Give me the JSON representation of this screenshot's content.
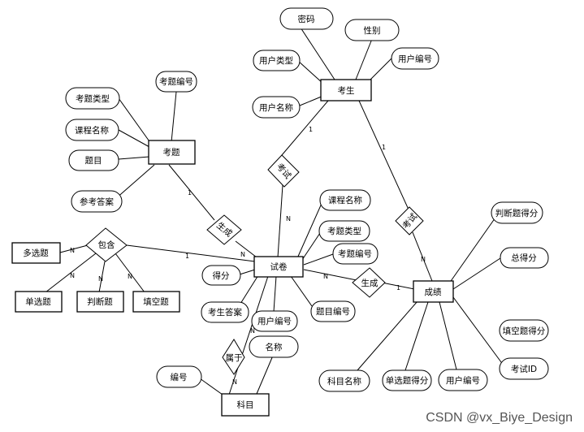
{
  "entities": {
    "kaosheng": "考生",
    "kaoti": "考题",
    "shijuan": "试卷",
    "chengji": "成绩",
    "kemu": "科目",
    "duoxuan": "多选题",
    "danxuan": "单选题",
    "panduan": "判断题",
    "tiankong": "填空题"
  },
  "relationships": {
    "kaoshi_top": "考试",
    "kaoshi_right": "考试",
    "shengcheng_left": "生成",
    "shengcheng_right": "生成",
    "baohan": "包含",
    "shuyu": "属于"
  },
  "attributes": {
    "mima": "密码",
    "xingbie": "性别",
    "yonghuleixing": "用户类型",
    "yonghubianhao_top": "用户编号",
    "yonghumingcheng": "用户名称",
    "kaotibianhao": "考题编号",
    "kaotileixing": "考题类型",
    "kechengmingcheng": "课程名称",
    "timu": "题目",
    "cankaodaan": "参考答案",
    "sj_kechengmingcheng": "课程名称",
    "sj_kaotileixing": "考题类型",
    "sj_kaotibianhao": "考题编号",
    "defen": "得分",
    "kaoshengdaan": "考生答案",
    "sj_yonghubianhao": "用户编号",
    "timubianhao": "题目编号",
    "panduandefen": "判断题得分",
    "zongdefen": "总得分",
    "tiankongdefen": "填空题得分",
    "kaoshiid": "考试ID",
    "kemumingcheng": "科目名称",
    "danxuandefen": "单选题得分",
    "cj_yonghubianhao": "用户编号",
    "mingcheng": "名称",
    "bianhao": "编号"
  },
  "cardinalities": {
    "one": "1",
    "n": "N"
  },
  "watermark": "CSDN @vx_Biye_Design"
}
